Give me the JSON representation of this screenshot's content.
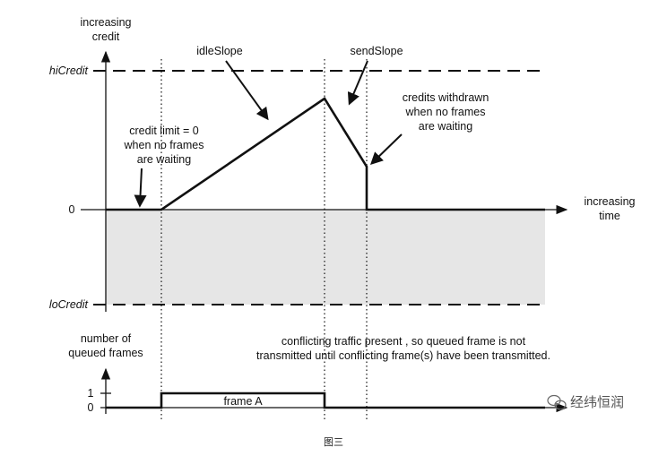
{
  "colors": {
    "line": "#111111",
    "negative_region": "#e6e6e6",
    "background": "#ffffff",
    "watermark": "#555555"
  },
  "credit_axis": {
    "label_line1": "increasing",
    "label_line2": "credit",
    "hi_label": "hiCredit",
    "zero_label": "0",
    "lo_label": "loCredit"
  },
  "time_axis": {
    "label_line1": "increasing",
    "label_line2": "time"
  },
  "annotations": {
    "idle_slope": "idleSlope",
    "send_slope": "sendSlope",
    "credit_limit": [
      "credit limit = 0",
      "when no frames",
      "are waiting"
    ],
    "withdrawn": [
      "credits withdrawn",
      "when no frames",
      "are waiting"
    ],
    "conflicting": [
      "conflicting traffic present , so queued frame is not",
      "transmitted until conflicting frame(s) have been transmitted."
    ]
  },
  "queue_axis": {
    "label_line1": "number of",
    "label_line2": "queued frames",
    "tick_one": "1",
    "tick_zero": "0",
    "frame_label": "frame A"
  },
  "watermark": {
    "icon": "wechat-logo-icon",
    "text": "经纬恒润"
  },
  "caption": "图三"
}
